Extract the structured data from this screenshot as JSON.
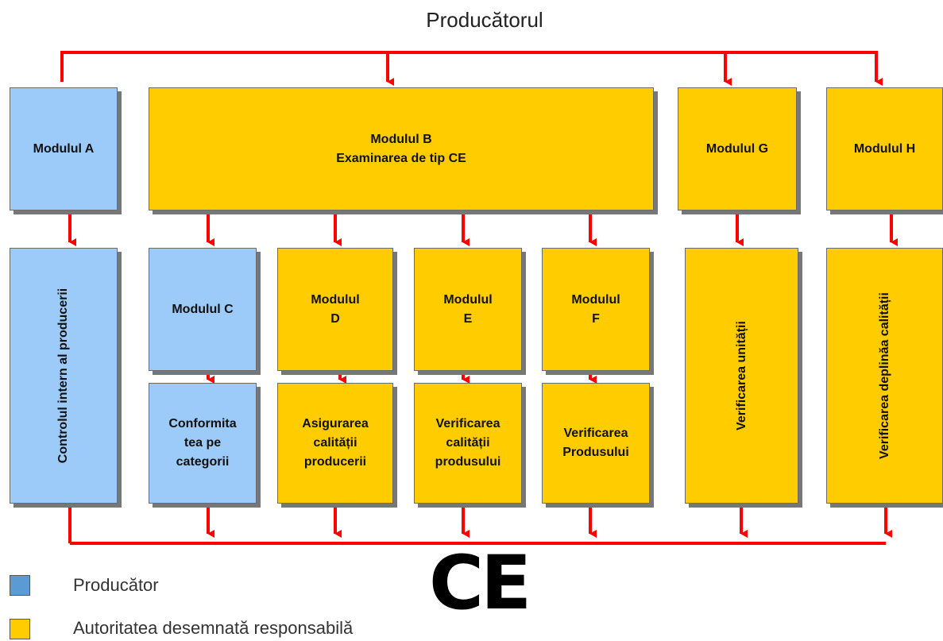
{
  "title": "Producătorul",
  "modules": {
    "a": {
      "label": "Modulul A"
    },
    "b": {
      "label_line1": "Modulul B",
      "label_line2": "Examinarea de tip CE"
    },
    "g": {
      "label": "Modulul G"
    },
    "h": {
      "label": "Modulul H"
    },
    "a_sub": {
      "label": "Controlul intern al producerii"
    },
    "c": {
      "label": "Modulul C"
    },
    "c_sub": {
      "line1": "Conformita",
      "line2": "tea pe",
      "line3": "categorii"
    },
    "d": {
      "line1": "Modulul",
      "line2": "D"
    },
    "d_sub": {
      "line1": "Asigurarea",
      "line2": "calității",
      "line3": "producerii"
    },
    "e": {
      "line1": "Modulul",
      "line2": "E"
    },
    "e_sub": {
      "line1": "Verificarea",
      "line2": "calității",
      "line3": "produsului"
    },
    "f": {
      "line1": "Modulul",
      "line2": "F"
    },
    "f_sub": {
      "line1": "Verificarea",
      "line2": "Produsului"
    },
    "g_sub": {
      "label": "Verificarea unității"
    },
    "h_sub": {
      "label": "Verificarea deplinăa calității"
    }
  },
  "ce_mark": "CE",
  "legend": [
    {
      "label": "Producător",
      "color": "#5b9bd5"
    },
    {
      "label": "Autoritatea desemnată responsabilă",
      "color": "#ffcc00"
    }
  ],
  "colors": {
    "connector": "#ff0000",
    "producer_box": "#9ccaf9",
    "authority_box": "#ffcc00"
  }
}
